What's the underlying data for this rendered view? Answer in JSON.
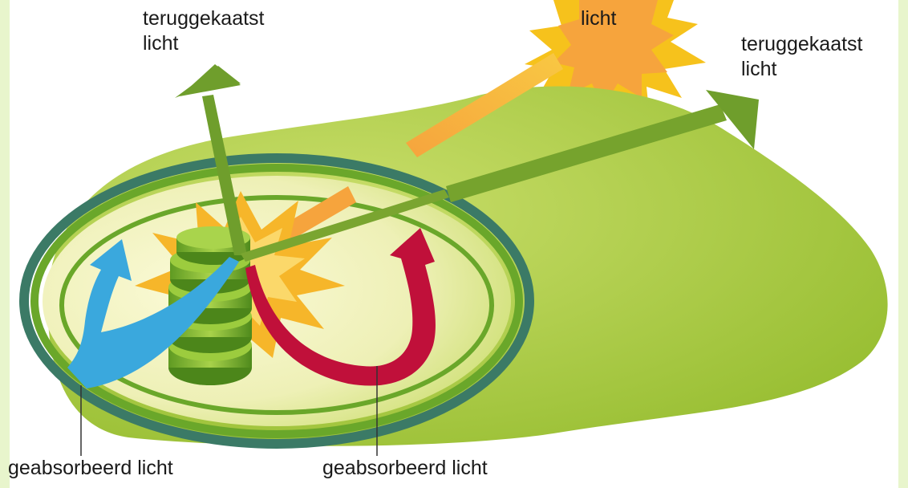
{
  "labels": {
    "reflected_left": "teruggekaatst\nlicht",
    "incoming": "licht",
    "reflected_right": "teruggekaatst\nlicht",
    "absorbed_left": "geabsorbeerd licht",
    "absorbed_right": "geabsorbeerd licht"
  },
  "colors": {
    "outer_frame": "#e8f5cc",
    "leaf_green": "#a6c83a",
    "membrane_dark": "#3b7a66",
    "membrane_green": "#6aa72a",
    "interior": "#f4f3c4",
    "sun": "#f6c21c",
    "incoming_beam": "#f6a43d",
    "reflected_arrow": "#6f9e2c",
    "absorbed_blue": "#3aa8dd",
    "absorbed_red": "#c0103a",
    "grana": "#8cbf2e"
  }
}
